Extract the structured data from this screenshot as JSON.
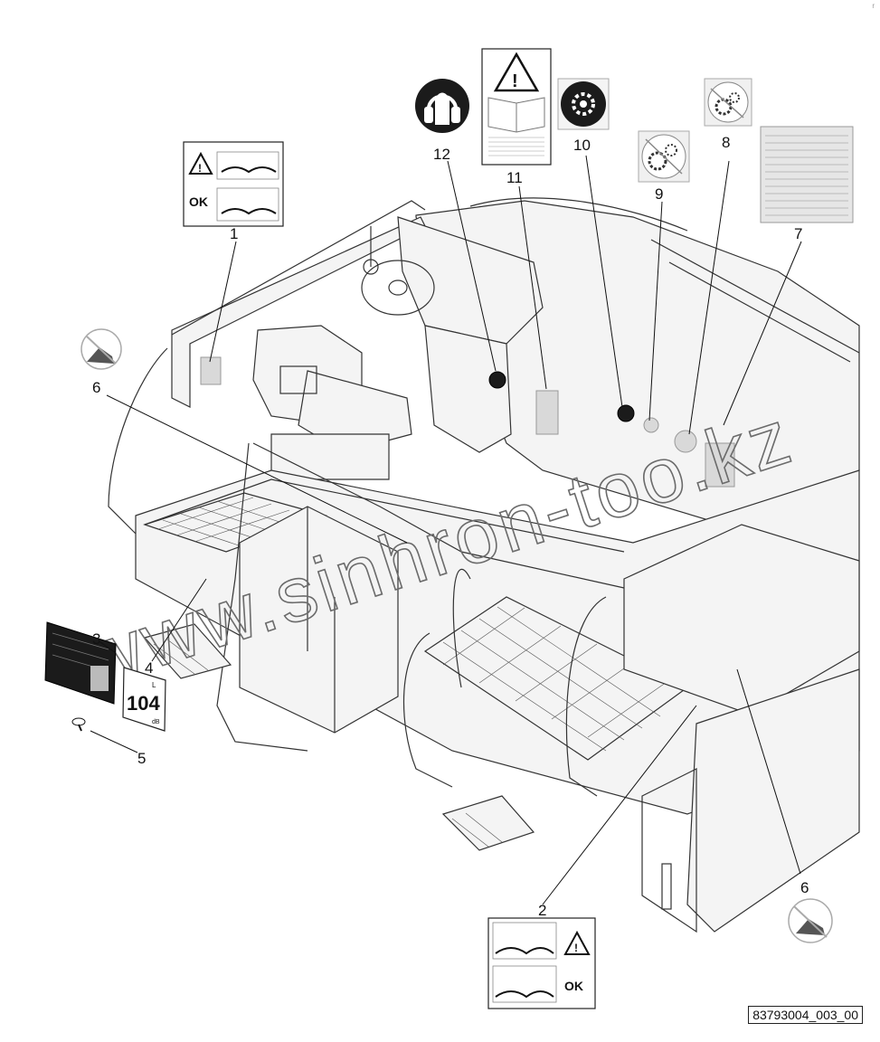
{
  "callouts": [
    {
      "id": "1",
      "text": "1"
    },
    {
      "id": "2",
      "text": "2"
    },
    {
      "id": "3",
      "text": "3"
    },
    {
      "id": "4",
      "text": "4"
    },
    {
      "id": "5",
      "text": "5"
    },
    {
      "id": "6a",
      "text": "6"
    },
    {
      "id": "6b",
      "text": "6"
    },
    {
      "id": "7",
      "text": "7"
    },
    {
      "id": "8",
      "text": "8"
    },
    {
      "id": "9",
      "text": "9"
    },
    {
      "id": "10",
      "text": "10"
    },
    {
      "id": "11",
      "text": "11"
    },
    {
      "id": "12",
      "text": "12"
    }
  ],
  "stickers": {
    "ok_label_1": "OK",
    "ok_label_2": "OK",
    "noise_plate_value": "104",
    "noise_plate_unit": "dB",
    "noise_plate_sub": "L"
  },
  "watermark": "www.sinhron-too.kz",
  "drawing_number": "83793004_003_00",
  "corner_mark": "r"
}
